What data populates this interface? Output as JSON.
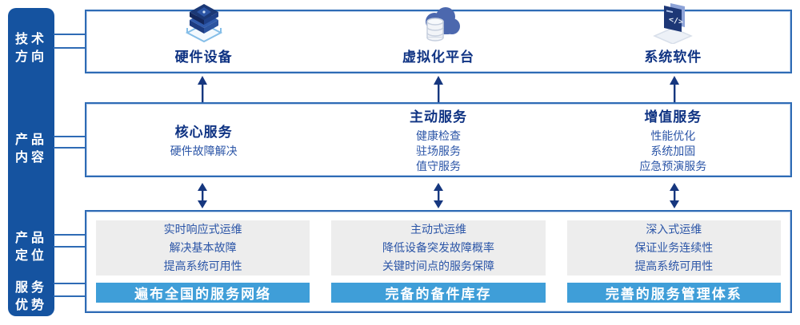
{
  "colors": {
    "sidebar_bg": "#1553A0",
    "box_border": "#2E6BB5",
    "bar_bg": "#3F9ED8",
    "heading_text": "#0F3383",
    "body_text": "#2B55A7",
    "gray_panel_bg": "#EDEDED",
    "arrow": "#16377F"
  },
  "sidebar": {
    "items": [
      {
        "label": "技术\n方向"
      },
      {
        "label": "产品\n内容"
      },
      {
        "label": "产品\n定位"
      },
      {
        "label": "服务\n优势"
      }
    ]
  },
  "tech_row": {
    "items": [
      {
        "icon": "server-stack-icon",
        "label": "硬件设备"
      },
      {
        "icon": "cloud-database-icon",
        "label": "虚拟化平台"
      },
      {
        "icon": "code-window-icon",
        "label": "系统软件"
      }
    ]
  },
  "services": {
    "columns": [
      {
        "title": "核心服务",
        "items": [
          "硬件故障解决"
        ]
      },
      {
        "title": "主动服务",
        "items": [
          "健康检查",
          "驻场服务",
          "值守服务"
        ]
      },
      {
        "title": "增值服务",
        "items": [
          "性能优化",
          "系统加固",
          "应急预演服务"
        ]
      }
    ]
  },
  "positioning_advantage": {
    "columns": [
      {
        "positioning": [
          "实时响应式运维",
          "解决基本故障",
          "提高系统可用性"
        ],
        "advantage": "遍布全国的服务网络"
      },
      {
        "positioning": [
          "主动式运维",
          "降低设备突发故障概率",
          "关键时间点的服务保障"
        ],
        "advantage": "完备的备件库存"
      },
      {
        "positioning": [
          "深入式运维",
          "保证业务连续性",
          "提高系统可用性"
        ],
        "advantage": "完善的服务管理体系"
      }
    ]
  }
}
